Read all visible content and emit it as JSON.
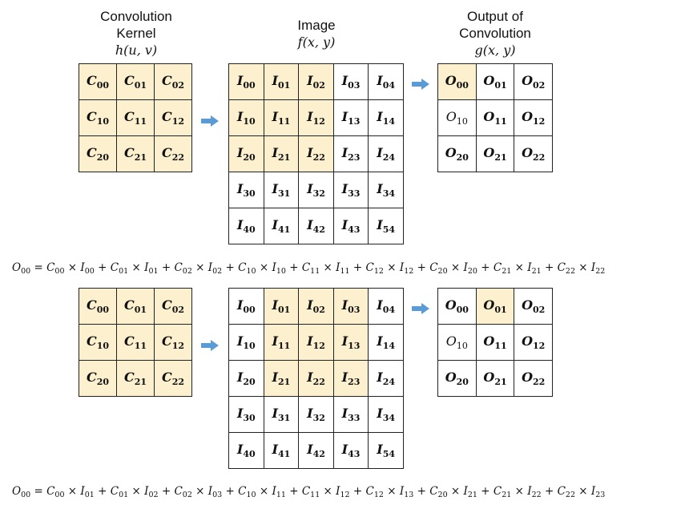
{
  "headers": {
    "kernel": {
      "line1": "Convolution",
      "line2": "Kernel",
      "fn": "h(u, v)"
    },
    "image": {
      "line1": "Image",
      "fn": "f(x, y)"
    },
    "output": {
      "line1": "Output of",
      "line2": "Convolution",
      "fn": "g(x, y)"
    }
  },
  "colors": {
    "highlight": "#fdf0cf",
    "arrow": "#5b9bd5",
    "border": "#222222"
  },
  "icons": {
    "arrow": "right-arrow-icon"
  },
  "panels": [
    {
      "kernel": {
        "cells": [
          {
            "s": "C",
            "n": "00",
            "hl": true
          },
          {
            "s": "C",
            "n": "01",
            "hl": true
          },
          {
            "s": "C",
            "n": "02",
            "hl": true
          },
          {
            "s": "C",
            "n": "10",
            "hl": true
          },
          {
            "s": "C",
            "n": "11",
            "hl": true
          },
          {
            "s": "C",
            "n": "12",
            "hl": true
          },
          {
            "s": "C",
            "n": "20",
            "hl": true
          },
          {
            "s": "C",
            "n": "21",
            "hl": true
          },
          {
            "s": "C",
            "n": "22",
            "hl": true
          }
        ]
      },
      "image": {
        "cells": [
          {
            "s": "I",
            "n": "00",
            "hl": true
          },
          {
            "s": "I",
            "n": "01",
            "hl": true
          },
          {
            "s": "I",
            "n": "02",
            "hl": true
          },
          {
            "s": "I",
            "n": "03"
          },
          {
            "s": "I",
            "n": "04"
          },
          {
            "s": "I",
            "n": "10",
            "hl": true
          },
          {
            "s": "I",
            "n": "11",
            "hl": true
          },
          {
            "s": "I",
            "n": "12",
            "hl": true
          },
          {
            "s": "I",
            "n": "13"
          },
          {
            "s": "I",
            "n": "14"
          },
          {
            "s": "I",
            "n": "20",
            "hl": true
          },
          {
            "s": "I",
            "n": "21",
            "hl": true
          },
          {
            "s": "I",
            "n": "22",
            "hl": true
          },
          {
            "s": "I",
            "n": "23"
          },
          {
            "s": "I",
            "n": "24"
          },
          {
            "s": "I",
            "n": "30"
          },
          {
            "s": "I",
            "n": "31"
          },
          {
            "s": "I",
            "n": "32"
          },
          {
            "s": "I",
            "n": "33"
          },
          {
            "s": "I",
            "n": "34"
          },
          {
            "s": "I",
            "n": "40"
          },
          {
            "s": "I",
            "n": "41"
          },
          {
            "s": "I",
            "n": "42"
          },
          {
            "s": "I",
            "n": "43"
          },
          {
            "s": "I",
            "n": "54"
          }
        ]
      },
      "output": {
        "cells": [
          {
            "s": "O",
            "n": "00",
            "hl": true
          },
          {
            "s": "O",
            "n": "01"
          },
          {
            "s": "O",
            "n": "02"
          },
          {
            "s": "O",
            "n": "10",
            "light": true
          },
          {
            "s": "O",
            "n": "11"
          },
          {
            "s": "O",
            "n": "12"
          },
          {
            "s": "O",
            "n": "20"
          },
          {
            "s": "O",
            "n": "21"
          },
          {
            "s": "O",
            "n": "22"
          }
        ]
      },
      "equation": {
        "lhs": {
          "s": "O",
          "n": "00"
        },
        "terms": [
          [
            {
              "s": "C",
              "n": "00"
            },
            {
              "s": "I",
              "n": "00"
            }
          ],
          [
            {
              "s": "C",
              "n": "01"
            },
            {
              "s": "I",
              "n": "01"
            }
          ],
          [
            {
              "s": "C",
              "n": "02"
            },
            {
              "s": "I",
              "n": "02"
            }
          ],
          [
            {
              "s": "C",
              "n": "10"
            },
            {
              "s": "I",
              "n": "10"
            }
          ],
          [
            {
              "s": "C",
              "n": "11"
            },
            {
              "s": "I",
              "n": "11"
            }
          ],
          [
            {
              "s": "C",
              "n": "12"
            },
            {
              "s": "I",
              "n": "12"
            }
          ],
          [
            {
              "s": "C",
              "n": "20"
            },
            {
              "s": "I",
              "n": "20"
            }
          ],
          [
            {
              "s": "C",
              "n": "21"
            },
            {
              "s": "I",
              "n": "21"
            }
          ],
          [
            {
              "s": "C",
              "n": "22"
            },
            {
              "s": "I",
              "n": "22"
            }
          ]
        ]
      }
    },
    {
      "kernel": {
        "cells": [
          {
            "s": "C",
            "n": "00",
            "hl": true
          },
          {
            "s": "C",
            "n": "01",
            "hl": true
          },
          {
            "s": "C",
            "n": "02",
            "hl": true
          },
          {
            "s": "C",
            "n": "10",
            "hl": true
          },
          {
            "s": "C",
            "n": "11",
            "hl": true
          },
          {
            "s": "C",
            "n": "12",
            "hl": true
          },
          {
            "s": "C",
            "n": "20",
            "hl": true
          },
          {
            "s": "C",
            "n": "21",
            "hl": true
          },
          {
            "s": "C",
            "n": "22",
            "hl": true
          }
        ]
      },
      "image": {
        "cells": [
          {
            "s": "I",
            "n": "00"
          },
          {
            "s": "I",
            "n": "01",
            "hl": true
          },
          {
            "s": "I",
            "n": "02",
            "hl": true
          },
          {
            "s": "I",
            "n": "03",
            "hl": true
          },
          {
            "s": "I",
            "n": "04"
          },
          {
            "s": "I",
            "n": "10"
          },
          {
            "s": "I",
            "n": "11",
            "hl": true
          },
          {
            "s": "I",
            "n": "12",
            "hl": true
          },
          {
            "s": "I",
            "n": "13",
            "hl": true
          },
          {
            "s": "I",
            "n": "14"
          },
          {
            "s": "I",
            "n": "20"
          },
          {
            "s": "I",
            "n": "21",
            "hl": true
          },
          {
            "s": "I",
            "n": "22",
            "hl": true
          },
          {
            "s": "I",
            "n": "23",
            "hl": true
          },
          {
            "s": "I",
            "n": "24"
          },
          {
            "s": "I",
            "n": "30"
          },
          {
            "s": "I",
            "n": "31"
          },
          {
            "s": "I",
            "n": "32"
          },
          {
            "s": "I",
            "n": "33"
          },
          {
            "s": "I",
            "n": "34"
          },
          {
            "s": "I",
            "n": "40"
          },
          {
            "s": "I",
            "n": "41"
          },
          {
            "s": "I",
            "n": "42"
          },
          {
            "s": "I",
            "n": "43"
          },
          {
            "s": "I",
            "n": "54"
          }
        ]
      },
      "output": {
        "cells": [
          {
            "s": "O",
            "n": "00"
          },
          {
            "s": "O",
            "n": "01",
            "hl": true
          },
          {
            "s": "O",
            "n": "02"
          },
          {
            "s": "O",
            "n": "10",
            "light": true
          },
          {
            "s": "O",
            "n": "11"
          },
          {
            "s": "O",
            "n": "12"
          },
          {
            "s": "O",
            "n": "20"
          },
          {
            "s": "O",
            "n": "21"
          },
          {
            "s": "O",
            "n": "22"
          }
        ]
      },
      "equation": {
        "lhs": {
          "s": "O",
          "n": "00"
        },
        "terms": [
          [
            {
              "s": "C",
              "n": "00"
            },
            {
              "s": "I",
              "n": "01"
            }
          ],
          [
            {
              "s": "C",
              "n": "01"
            },
            {
              "s": "I",
              "n": "02"
            }
          ],
          [
            {
              "s": "C",
              "n": "02"
            },
            {
              "s": "I",
              "n": "03"
            }
          ],
          [
            {
              "s": "C",
              "n": "10"
            },
            {
              "s": "I",
              "n": "11"
            }
          ],
          [
            {
              "s": "C",
              "n": "11"
            },
            {
              "s": "I",
              "n": "12"
            }
          ],
          [
            {
              "s": "C",
              "n": "12"
            },
            {
              "s": "I",
              "n": "13"
            }
          ],
          [
            {
              "s": "C",
              "n": "20"
            },
            {
              "s": "I",
              "n": "21"
            }
          ],
          [
            {
              "s": "C",
              "n": "21"
            },
            {
              "s": "I",
              "n": "22"
            }
          ],
          [
            {
              "s": "C",
              "n": "22"
            },
            {
              "s": "I",
              "n": "23"
            }
          ]
        ]
      }
    }
  ]
}
